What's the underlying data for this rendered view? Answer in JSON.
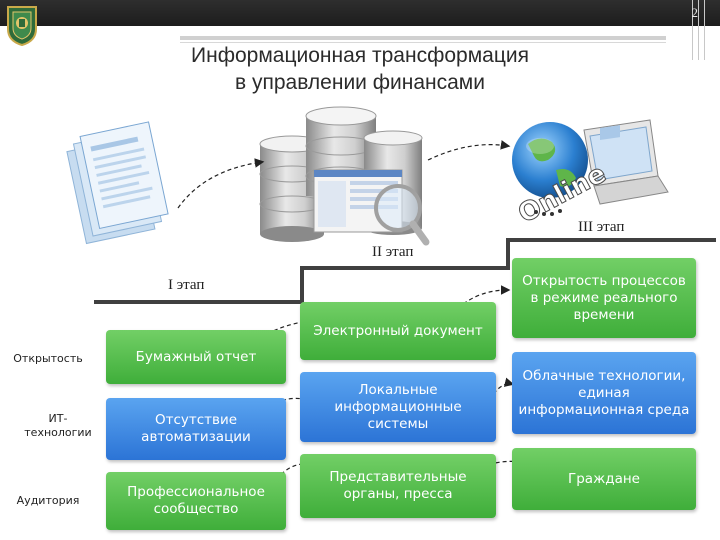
{
  "header": {
    "slide_number": "2"
  },
  "title": {
    "line1": "Информационная трансформация",
    "line2": "в управлении финансами"
  },
  "stages": {
    "stage1": "I этап",
    "stage2": "II этап",
    "stage3": "III этап"
  },
  "row_labels": {
    "openness": "Открытость",
    "it": "ИТ-технологии",
    "audience": "Аудитория"
  },
  "stage1_boxes": {
    "openness": "Бумажный отчет",
    "it": "Отсутствие автоматизации",
    "audience": "Профессиональное сообщество"
  },
  "stage2_boxes": {
    "openness": "Электронный документ",
    "it": "Локальные информационные системы",
    "audience": "Представительные органы, пресса"
  },
  "stage3_boxes": {
    "openness": "Открытость процессов в режиме реального времени",
    "it": "Облачные технологии, единая информационная среда",
    "audience": "Граждане"
  },
  "illustration": {
    "online_text": "Online"
  },
  "colors": {
    "green": "#4cb845",
    "blue": "#3a82e0",
    "topbar": "#262626"
  }
}
